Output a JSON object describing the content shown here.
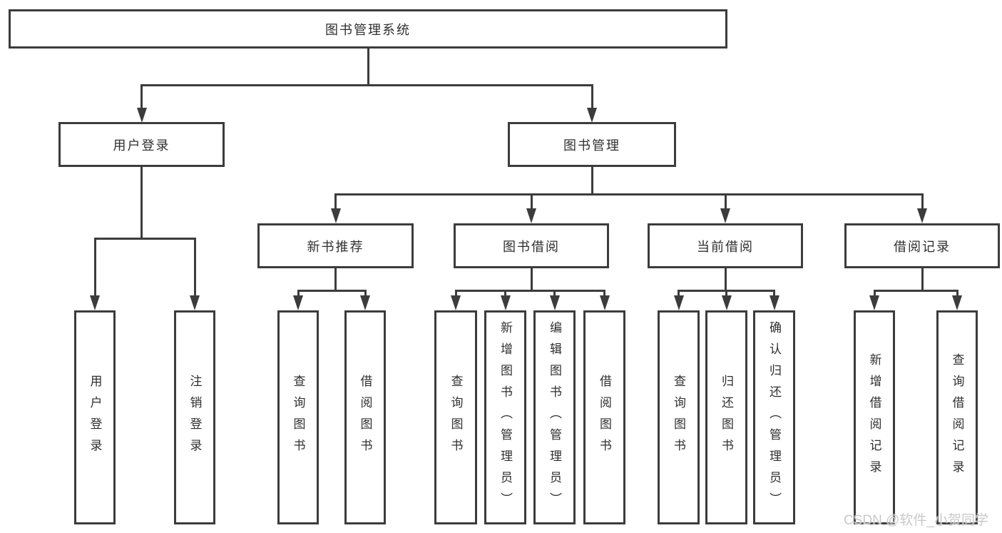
{
  "diagram": {
    "root": {
      "label": "图书管理系统"
    },
    "level2": [
      {
        "id": "user-login",
        "label": "用户登录"
      },
      {
        "id": "book-management",
        "label": "图书管理"
      }
    ],
    "level3": [
      {
        "id": "new-book-recommend",
        "label": "新书推荐"
      },
      {
        "id": "book-borrow",
        "label": "图书借阅"
      },
      {
        "id": "current-borrow",
        "label": "当前借阅"
      },
      {
        "id": "borrow-records",
        "label": "借阅记录"
      }
    ],
    "leaves": {
      "user_login": [
        {
          "label": "用户登录"
        },
        {
          "label": "注销登录"
        }
      ],
      "new_book_recommend": [
        {
          "label": "查询图书"
        },
        {
          "label": "借阅图书"
        }
      ],
      "book_borrow": [
        {
          "label": "查询图书"
        },
        {
          "label": "新增图书（管理员）"
        },
        {
          "label": "编辑图书（管理员）"
        },
        {
          "label": "借阅图书"
        }
      ],
      "current_borrow": [
        {
          "label": "查询图书"
        },
        {
          "label": "归还图书"
        },
        {
          "label": "确认归还（管理员）"
        }
      ],
      "borrow_records": [
        {
          "label": "新增借阅记录"
        },
        {
          "label": "查询借阅记录"
        }
      ]
    }
  },
  "watermark": {
    "text": "CSDN @软件_小贺同学"
  },
  "colors": {
    "line": "#3c3c3c",
    "text": "#2f2f2f",
    "background": "#ffffff",
    "watermark": "#c9c9c9"
  }
}
